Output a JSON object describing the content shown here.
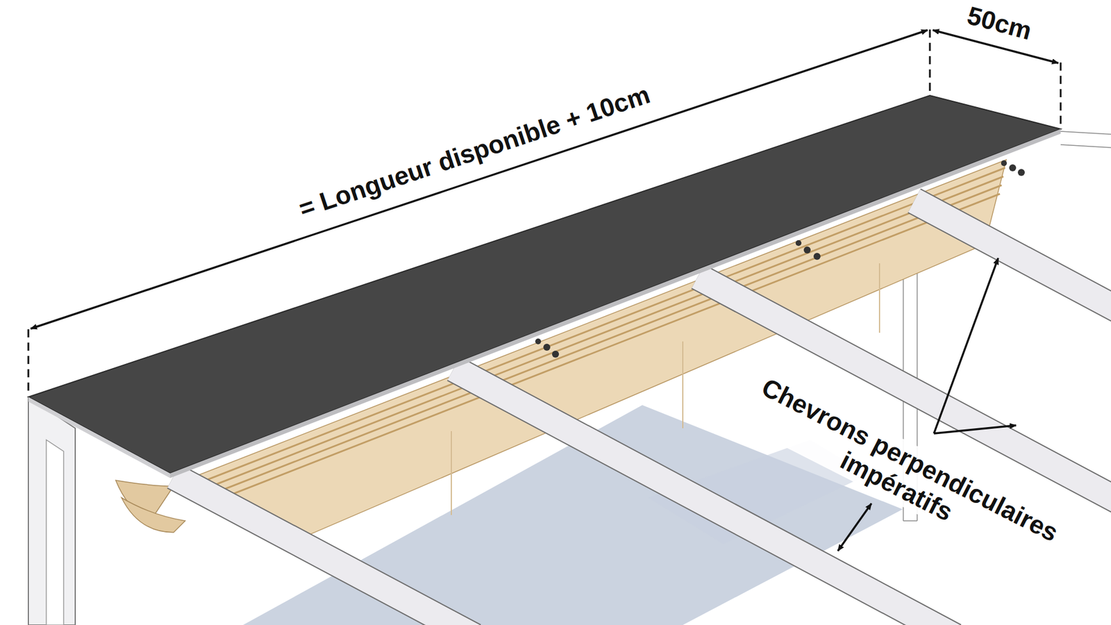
{
  "diagram": {
    "labels": [
      "= Longueur disponible + 10cm",
      "50cm",
      "Chevrons perpendiculaires impératifs"
    ]
  }
}
